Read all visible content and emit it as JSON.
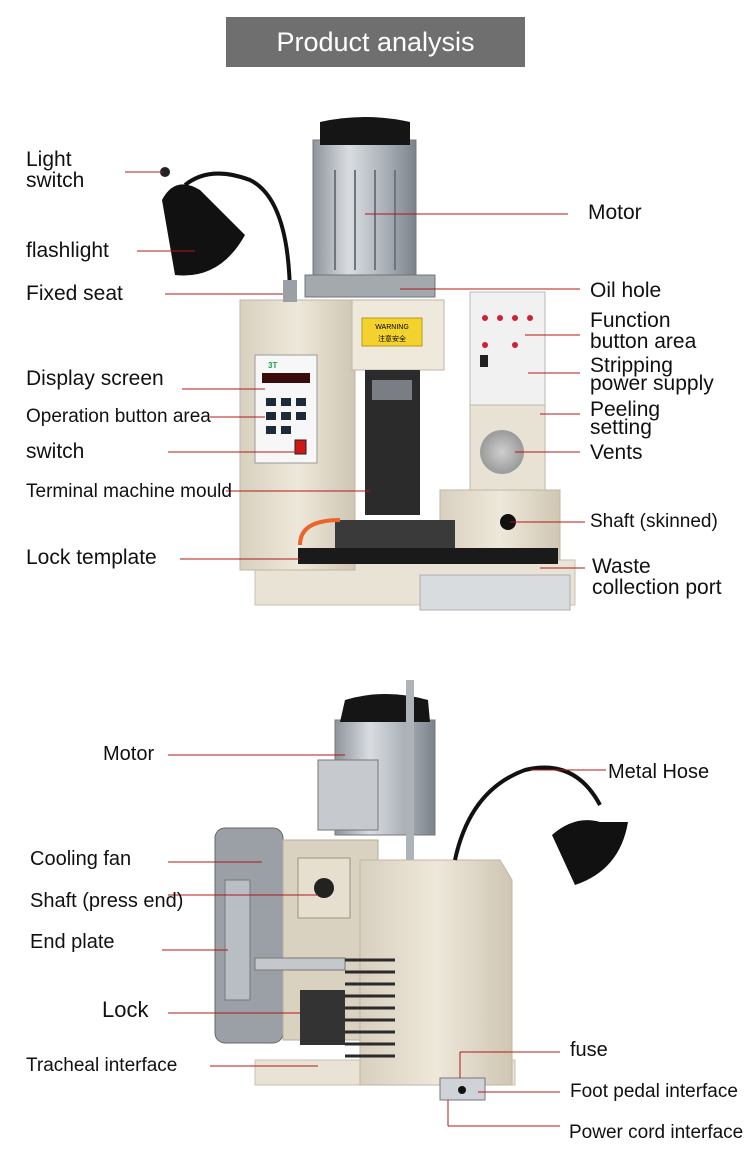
{
  "header": {
    "title": "Product analysis"
  },
  "top_labels": {
    "light_switch": [
      "Light",
      "switch"
    ],
    "flashlight": "flashlight",
    "fixed_seat": "Fixed seat",
    "display_screen": "Display screen",
    "operation_button_area": "Operation button area",
    "switch": "switch",
    "terminal_machine_mould": "Terminal machine mould",
    "lock_template": "Lock template",
    "motor": "Motor",
    "oil_hole": "Oil hole",
    "function_button_area": [
      "Function",
      "button area"
    ],
    "stripping_power_supply": [
      "Stripping",
      "power supply"
    ],
    "peeling_setting": [
      "Peeling",
      "setting"
    ],
    "vents": "Vents",
    "shaft_skinned": "Shaft (skinned)",
    "waste_collection_port": [
      "Waste",
      "collection port"
    ]
  },
  "bottom_labels": {
    "motor": "Motor",
    "metal_hose": "Metal Hose",
    "cooling_fan": "Cooling fan",
    "shaft_press_end": "Shaft (press end)",
    "end_plate": "End plate",
    "lock": "Lock",
    "tracheal_interface": "Tracheal interface",
    "fuse": "fuse",
    "foot_pedal_interface": "Foot pedal interface",
    "power_cord_interface": "Power cord interface"
  },
  "panel_text": {
    "brand": "3T",
    "warning": "WARNING",
    "caution": "注意安全"
  },
  "colors": {
    "header_bg": "#6f6f6f",
    "machine_body": "#e4dccb",
    "leader_line": "#b01818",
    "lamp": "#1a1a1a",
    "steel": "#b8bcc2"
  }
}
